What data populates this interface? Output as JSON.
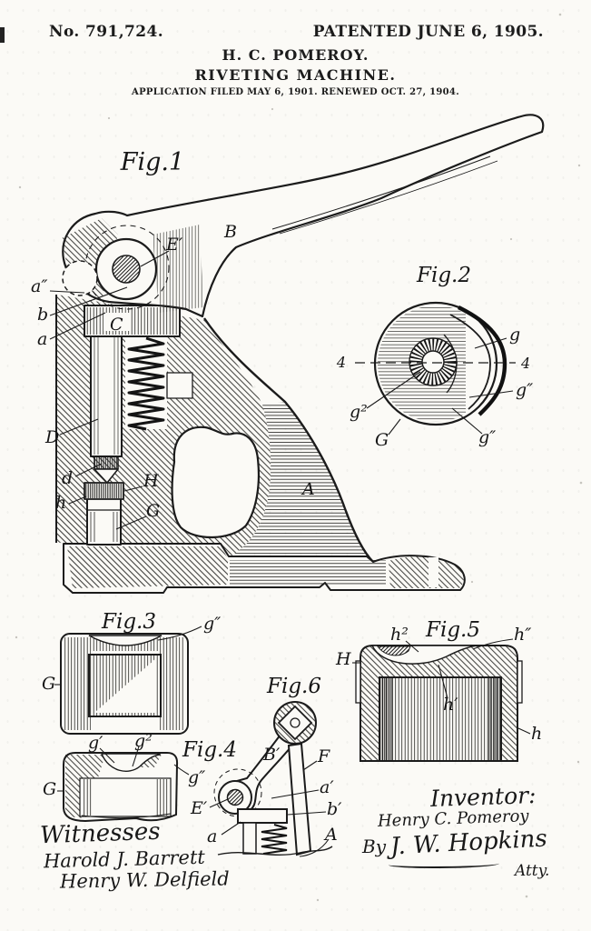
{
  "colors": {
    "ink": "#1b1b1b",
    "paper": "#fbfaf6"
  },
  "header": {
    "patent_number": "No. 791,724.",
    "patent_date": "PATENTED JUNE 6, 1905.",
    "inventor_name_line": "H. C. POMEROY.",
    "invention_title": "RIVETING MACHINE.",
    "application_line": "APPLICATION FILED MAY 6, 1901.  RENEWED OCT. 27, 1904."
  },
  "figures": {
    "fig1": {
      "title": "Fig.1",
      "labels": {
        "B": "B",
        "E_prime": "E′",
        "a_dprime": "a″",
        "b": "b",
        "a": "a",
        "C": "C",
        "D": "D",
        "d": "d",
        "H": "H",
        "h": "h",
        "G": "G",
        "A": "A"
      }
    },
    "fig2": {
      "title": "Fig.2",
      "labels": {
        "four_left": "4",
        "four_right": "4",
        "g": "g",
        "g_dprime_mid": "g″",
        "g_dprime_bottom": "g″",
        "g_sq": "g²",
        "G_cap": "G"
      }
    },
    "fig3": {
      "title": "Fig.3",
      "labels": {
        "g_dprime": "g″",
        "G_cap": "G"
      }
    },
    "fig4": {
      "title": "Fig.4",
      "labels": {
        "g_prime": "g′",
        "g_sq": "g²",
        "G_cap": "G",
        "g_dprime": "g″"
      }
    },
    "fig5": {
      "title": "Fig.5",
      "labels": {
        "h_sq": "h²",
        "h_dprime": "h″",
        "H_cap": "H",
        "h_prime": "h′",
        "h": "h"
      }
    },
    "fig6": {
      "title": "Fig.6",
      "labels": {
        "B_prime": "B′",
        "F_cap": "F",
        "a_prime": "a′",
        "b_prime": "b′",
        "A_cap": "A",
        "E_prime": "E′",
        "a": "a"
      }
    }
  },
  "signatures": {
    "witnesses_heading": "Witnesses",
    "witness_1": "Harold J. Barrett",
    "witness_2": "Henry W. Delfield",
    "inventor_heading": "Inventor:",
    "inventor_signature": "Henry C. Pomeroy",
    "by_label": "By",
    "attorney_signature": "J. W. Hopkins",
    "attorney_title": "Atty."
  }
}
